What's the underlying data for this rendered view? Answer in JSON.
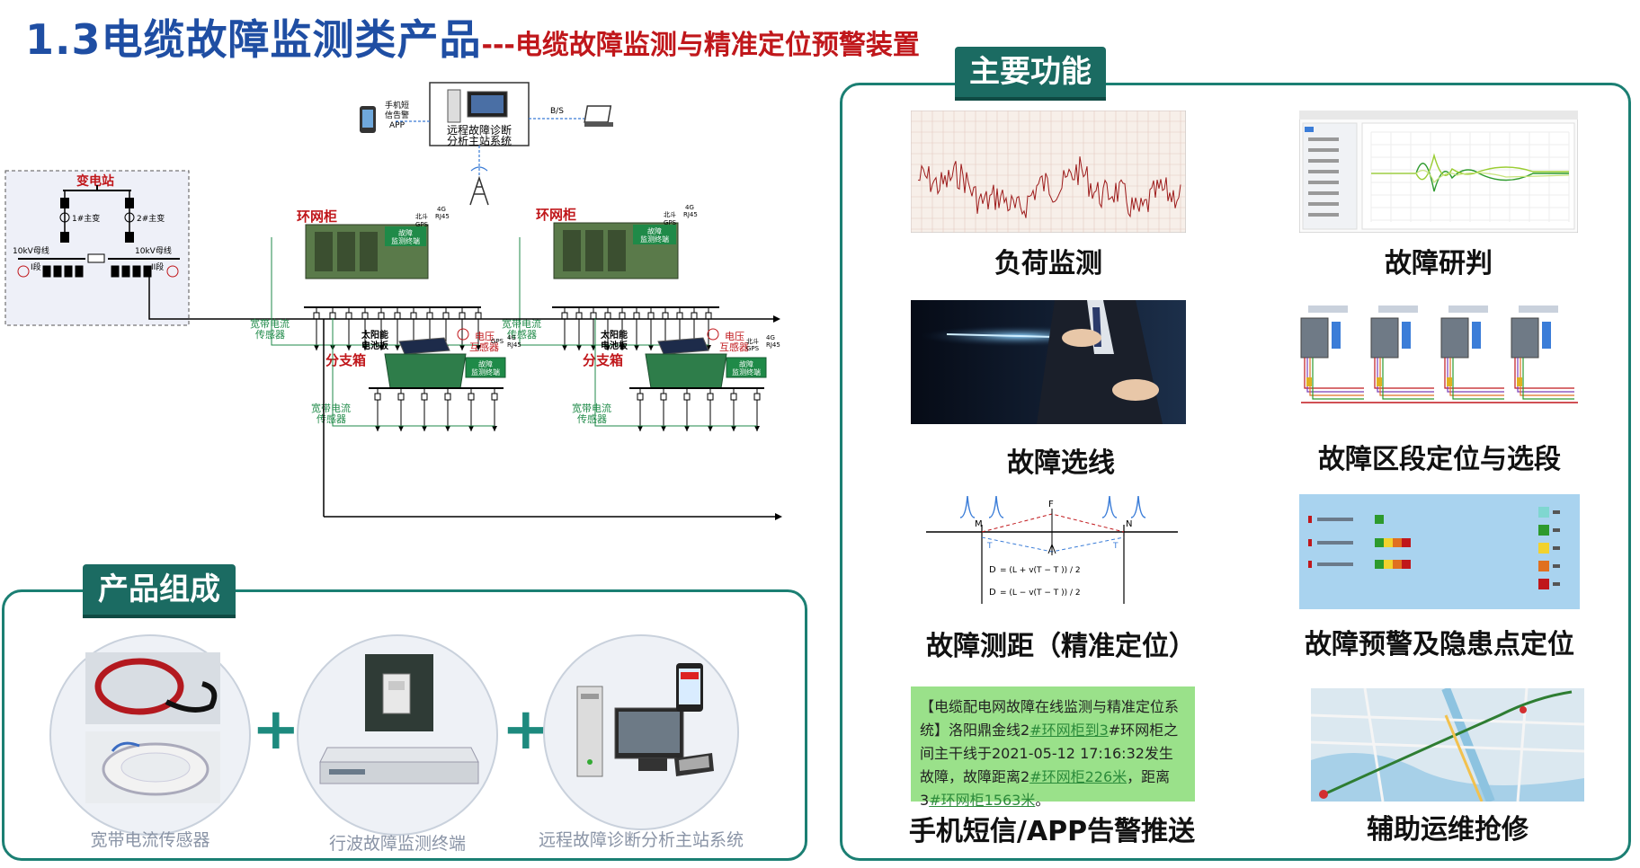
{
  "title": {
    "main": "1.3电缆故障监测类产品",
    "sub": "---电缆故障监测与精准定位预警装置"
  },
  "diagram": {
    "phone_label_1": "手机短",
    "phone_label_2": "信告警",
    "phone_label_3": "APP",
    "master_label_1": "远程故障诊断",
    "master_label_2": "分析主站系统",
    "bs_label": "B/S",
    "substation": "变电站",
    "transformer_1": "1#主变",
    "transformer_2": "2#主变",
    "bus_left": "10kV母线",
    "bus_right": "10kV母线",
    "section_1": "I段",
    "section_2": "II段",
    "ring_main_unit": "环网柜",
    "device_1": "故障",
    "device_2": "监测终端",
    "comm_beidou": "北斗",
    "comm_4g": "4G",
    "comm_gps": "GPS",
    "comm_rj45": "RJ45",
    "broadband_1": "宽带电流",
    "broadband_2": "传感器",
    "voltage_1": "电压",
    "voltage_2": "互感器",
    "branch_box": "分支箱",
    "solar_1": "太阳能",
    "solar_2": "电池板"
  },
  "composition": {
    "heading": "产品组成",
    "items": [
      {
        "label": "宽带电流传感器"
      },
      {
        "label": "行波故障监测终端"
      },
      {
        "label": "远程故障诊断分析主站系统"
      }
    ],
    "plus": "+"
  },
  "functions": {
    "heading": "主要功能",
    "items": [
      {
        "label": "负荷监测"
      },
      {
        "label": "故障研判"
      },
      {
        "label": "故障选线"
      },
      {
        "label": "故障区段定位与选段"
      },
      {
        "label": "故障测距（精准定位）"
      },
      {
        "label": "故障预警及隐患点定位"
      },
      {
        "label": "手机短信/APP告警推送"
      },
      {
        "label": "辅助运维抢修"
      }
    ],
    "formula": {
      "m": "M",
      "n": "N",
      "f": "F",
      "tm1": "T",
      "tn1": "T",
      "lhs1": "D",
      "lhs2": "D",
      "eq1": "= (L   + v(T   − T  )) / 2",
      "eq2": "= (L   − v(T   − T  )) / 2"
    },
    "sms": {
      "seg1": "【电缆配电网故障在线监测与精准定位系统】洛阳鼎金线2",
      "seg2": "#环网柜到3",
      "seg3": "#环网柜之间主干线于2021-05-12 17:16:32发生故障，故障距离2",
      "seg4": "#环网柜226米",
      "seg5": "，距离3",
      "seg6": "#环网柜1563米",
      "seg7": "。"
    }
  },
  "colors": {
    "title_blue": "#1f4ea3",
    "title_red": "#c0171b",
    "accent_green": "#1b6b62",
    "panel_border": "#1b7f73",
    "plus_green": "#1d8a7e"
  }
}
